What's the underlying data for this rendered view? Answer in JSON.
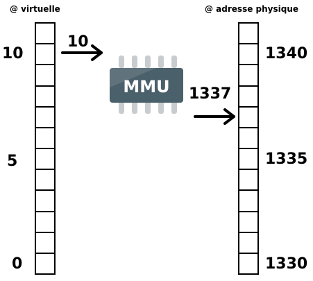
{
  "captions": {
    "virtual": "@ virtuelle",
    "physical": "@ adresse physique"
  },
  "virtual_column": {
    "ticks": {
      "top": "10",
      "mid": "5",
      "bottom": "0"
    }
  },
  "physical_column": {
    "ticks": {
      "top": "1340",
      "mid": "1335",
      "bottom": "1330"
    }
  },
  "mmu": {
    "label": "MMU",
    "input_address": "10",
    "output_address": "1337"
  },
  "colors": {
    "chip_body": "#4a606a",
    "chip_pins": "#c8ccce",
    "chip_text": "#ffffff"
  }
}
